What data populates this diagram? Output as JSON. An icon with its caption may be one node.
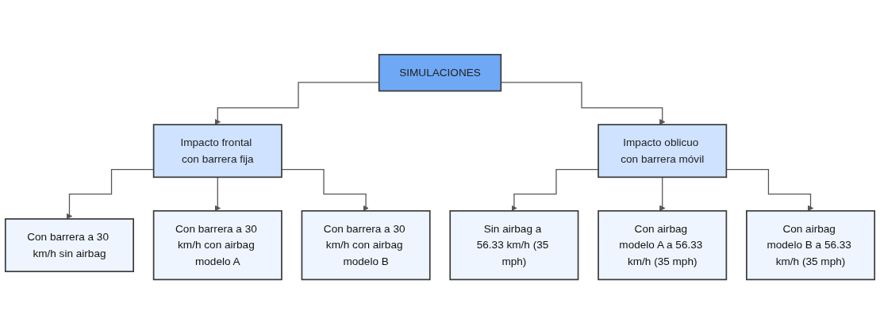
{
  "diagram": {
    "nodes": [
      {
        "text": [
          "SIMULACIONES"
        ]
      },
      {
        "text": [
          "Impacto frontal con barrera fija"
        ]
      },
      {
        "text": [
          "Impacto oblicuo con barrera móvil"
        ]
      },
      {
        "text": [
          "Con barrera a 30 km/h sin airbag"
        ]
      },
      {
        "text": [
          "Con barrera a 30 km/h con airbag modelo A"
        ]
      },
      {
        "text": [
          "Con barrera a 30 km/h con airbag modelo B"
        ]
      },
      {
        "text": [
          "Sin airbag a 56.33 km/h (35 mph)"
        ]
      },
      {
        "text": [
          "Con airbag modelo A a 56.33 km/h (35 mph)"
        ]
      },
      {
        "text": [
          "Con airbag modelo B a 56.33 km/h (35 mph)"
        ]
      }
    ],
    "edges": [
      {
        "from": 0,
        "to": 1,
        "arrow": "to"
      },
      {
        "from": 0,
        "to": 2,
        "arrow": "to"
      },
      {
        "from": 1,
        "to": 3,
        "arrow": "to"
      },
      {
        "from": 1,
        "to": 4,
        "arrow": "to"
      },
      {
        "from": 1,
        "to": 5,
        "arrow": "to"
      },
      {
        "from": 2,
        "to": 6,
        "arrow": "to"
      },
      {
        "from": 2,
        "to": 7,
        "arrow": "to"
      },
      {
        "from": 2,
        "to": 8,
        "arrow": "to"
      }
    ]
  }
}
